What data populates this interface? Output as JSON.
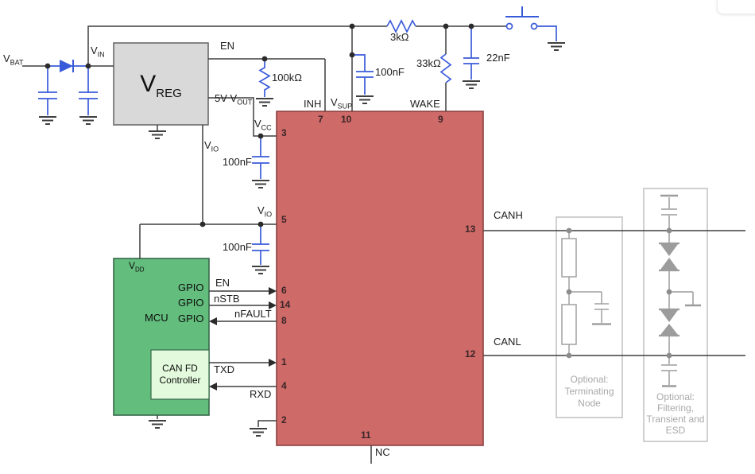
{
  "labels": {
    "vbat": {
      "base": "V",
      "sub": "BAT"
    },
    "vin": {
      "base": "V",
      "sub": "IN"
    },
    "en_vreg": "EN",
    "r_en": "100kΩ",
    "vout5": {
      "base": "5V V",
      "sub": "OUT"
    },
    "vcc": {
      "base": "V",
      "sub": "CC"
    },
    "c_vcc": "100nF",
    "vio_reg": {
      "base": "V",
      "sub": "IO"
    },
    "vio_pin": {
      "base": "V",
      "sub": "IO"
    },
    "c_vio": "100nF",
    "inh": "INH",
    "vsup": {
      "base": "V",
      "sub": "SUP"
    },
    "wake": "WAKE",
    "r_series": "3kΩ",
    "c_vsup": "100nF",
    "r_wake": "33kΩ",
    "c_wake": "22nF",
    "canh": "CANH",
    "canl": "CANL",
    "nc": "NC",
    "en_mcu": "EN",
    "nstb": "nSTB",
    "nfault": "nFAULT",
    "txd": "TXD",
    "rxd": "RXD"
  },
  "pins": {
    "p1": "1",
    "p2": "2",
    "p3": "3",
    "p4": "4",
    "p5": "5",
    "p6": "6",
    "p7": "7",
    "p8": "8",
    "p9": "9",
    "p10": "10",
    "p11": "11",
    "p12": "12",
    "p13": "13",
    "p14": "14"
  },
  "blocks": {
    "vreg": {
      "base": "V",
      "sub": "REG"
    },
    "mcu": {
      "title": "MCU",
      "vdd": {
        "base": "V",
        "sub": "DD"
      },
      "gpio": [
        "GPIO",
        "GPIO",
        "GPIO"
      ],
      "canfd_line1": "CAN FD",
      "canfd_line2": "Controller"
    }
  },
  "notes": {
    "term": [
      "Optional:",
      "Terminating",
      "Node"
    ],
    "esd": [
      "Optional:",
      "Filtering,",
      "Transient and",
      "ESD"
    ]
  },
  "colors": {
    "transceiver_fill": "#ce6a68",
    "transceiver_border": "#8a4240",
    "mcu_fill": "#63bd7d",
    "mcu_border": "#36684a",
    "canfd_fill": "#e3fbdc",
    "vreg_fill": "#d9d9d9",
    "vreg_border": "#6b6b6b",
    "component_blue": "#3a5bd9",
    "wire": "#3f3f3f",
    "optional_gray": "#a9a9a9"
  }
}
